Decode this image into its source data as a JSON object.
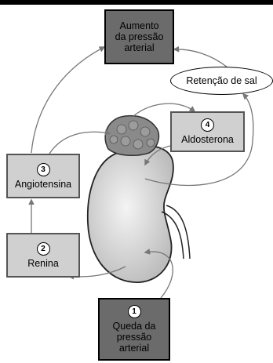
{
  "boxes": {
    "box1": {
      "number": "1",
      "lines": [
        "Queda da",
        "pressão",
        "arterial"
      ]
    },
    "box2": {
      "number": "2",
      "label": "Renina"
    },
    "box3": {
      "number": "3",
      "label": "Angiotensina"
    },
    "box4": {
      "number": "4",
      "label": "Aldosterona"
    },
    "top": {
      "lines": [
        "Aumento",
        "da pressão",
        "arterial"
      ]
    }
  },
  "oval": {
    "label": "Retenção de sal"
  },
  "colors": {
    "dark_box": "#6b6b6b",
    "light_box": "#d0d0d0",
    "kidney": "#e2e2e2",
    "adrenal": "#8a8a8a"
  }
}
